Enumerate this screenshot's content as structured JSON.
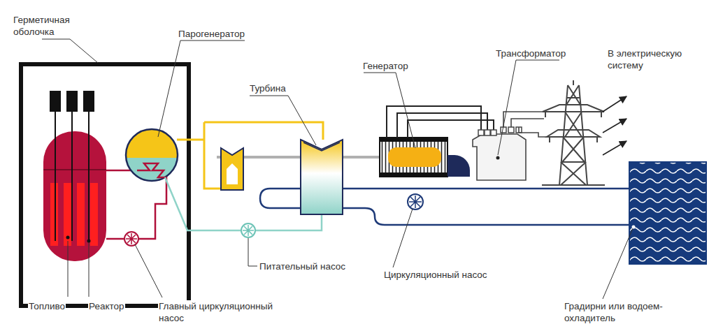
{
  "diagram": {
    "labels": [
      "Герметичная оболочка",
      "Парогенератор",
      "Турбина",
      "Генератор",
      "Трансформатор",
      "В электрическую систему",
      "Питательный насос",
      "Циркуляционный насос",
      "Топливо",
      "Реактор",
      "Главный циркуляционный насос",
      "Градирни или водоем-охладитель"
    ]
  }
}
